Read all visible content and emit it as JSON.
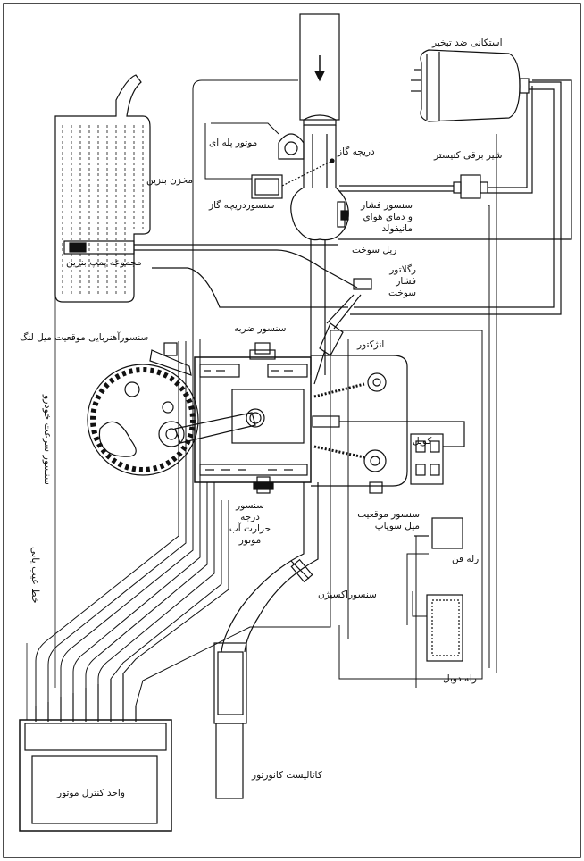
{
  "labels": {
    "evap_tank": "استکانی ضد تبخیر",
    "canister_valve": "شیر برقی کنیستر",
    "throttle_body": "دریچه گاز",
    "idle_motor": "موتور پله ای",
    "throttle_sensor": "سنسوردریچه گاز",
    "fuel_tank": "مخزن بنزین",
    "map_sensor": "سنسور فشار و دمای هوای مانیفولد",
    "fuel_rail": "ریل سوخت",
    "fuel_pump": "مجموعه پمپ بنزین",
    "pressure_regulator": "رگلاتور فشار سوخت",
    "knock_sensor": "سنسور ضربه",
    "crank_sensor": "سنسورآهنربایی موقعیت میل لنگ",
    "injector": "انژکتور",
    "coil": "کویل",
    "water_temp_sensor": "سنسور درجه حرارت آب موتور",
    "cam_sensor": "سنسور موقعیت میل سوپاپ",
    "fan_relay": "رله فن",
    "oxygen_sensor": "سنسوراکسیژن",
    "double_relay": "رله دوبل",
    "catalyst": "کاتالیست کانورتور",
    "ecu": "واحد کنترل موتور",
    "speed_sensor": "سنسور سرعت خودرو",
    "diag_line": "خط عیب یابی"
  }
}
